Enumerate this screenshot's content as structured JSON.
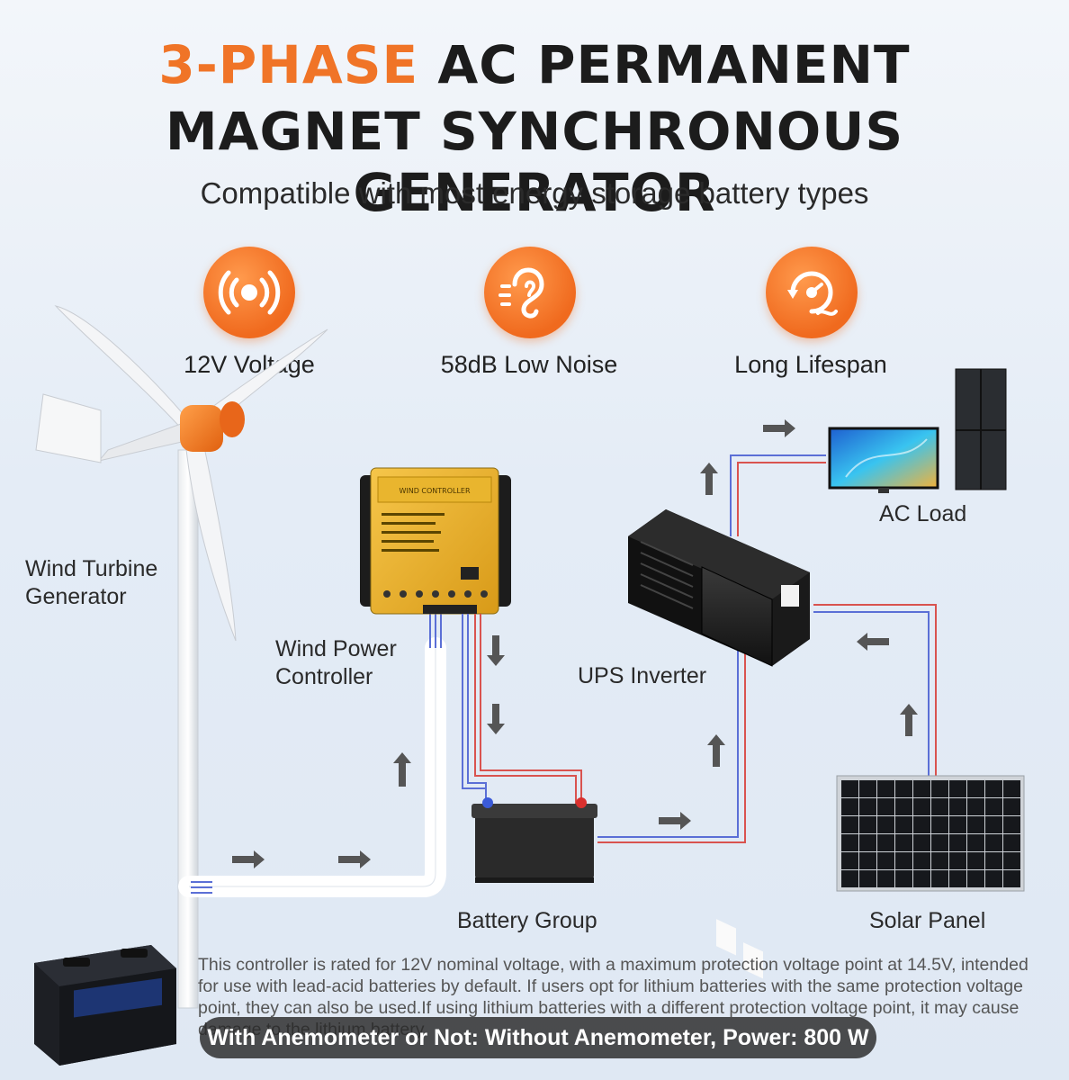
{
  "header": {
    "title_accent": "3-PHASE",
    "title_rest": " AC PERMANENT",
    "title_line2": "MAGNET SYNCHRONOUS GENERATOR",
    "subtitle": "Compatible with most energy storage battery types"
  },
  "features": [
    {
      "icon": "sound-waves-icon",
      "label": "12V Voltage"
    },
    {
      "icon": "ear-icon",
      "label": "58dB Low Noise"
    },
    {
      "icon": "lifespan-cycle-icon",
      "label": "Long Lifespan"
    }
  ],
  "components": {
    "turbine": {
      "label_l1": "Wind Turbine",
      "label_l2": "Generator"
    },
    "controller": {
      "label_l1": "Wind Power",
      "label_l2": "Controller",
      "faceplate": "WIND CONTROLLER"
    },
    "inverter": {
      "label": "UPS Inverter"
    },
    "battery": {
      "label": "Battery Group"
    },
    "solar": {
      "label": "Solar Panel"
    },
    "load": {
      "label": "AC Load"
    }
  },
  "note": "This controller is rated for 12V nominal voltage, with a maximum protection voltage point at 14.5V, intended for use with lead-acid batteries by default. If users opt for lithium batteries with the same protection voltage point, they can also be used.If using lithium batteries with a different protection voltage point, it may cause damage to the lithium battery.",
  "spec_bar": "With Anemometer or Not: Without Anemometer, Power: 800 W",
  "colors": {
    "accent": "#f07427",
    "wire_red": "#d9534f",
    "wire_blue": "#5b6fd6",
    "arrow": "#555555"
  }
}
